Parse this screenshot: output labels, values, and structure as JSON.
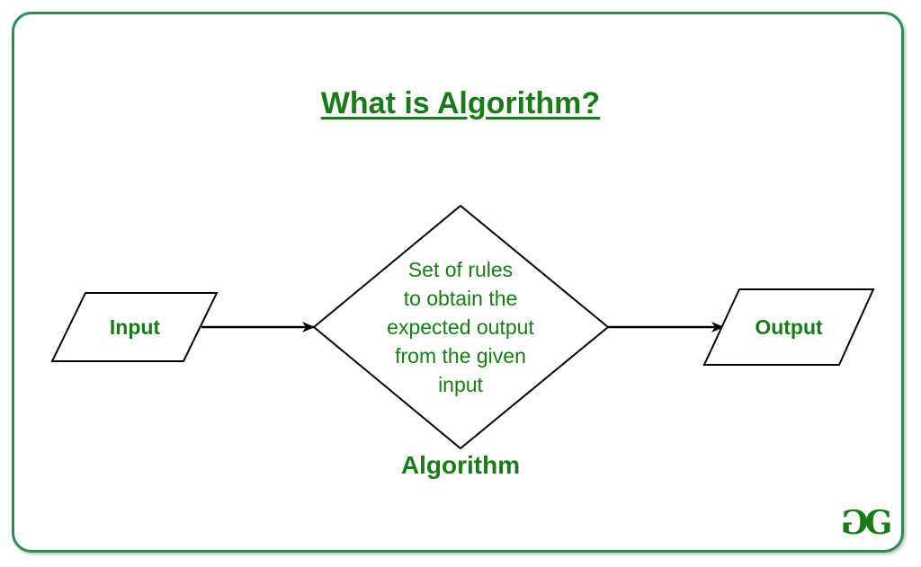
{
  "title": "What is Algorithm?",
  "nodes": {
    "input": {
      "label": "Input"
    },
    "algorithm": {
      "description_lines": [
        "Set of rules",
        "to obtain the",
        "expected output",
        "from the given",
        "input"
      ],
      "label": "Algorithm"
    },
    "output": {
      "label": "Output"
    }
  },
  "edges": [
    {
      "from": "input",
      "to": "algorithm"
    },
    {
      "from": "algorithm",
      "to": "output"
    }
  ],
  "logo": {
    "text": "GG"
  },
  "colors": {
    "accent": "#1a7a1a",
    "border": "#2e8b57",
    "stroke": "#000000"
  }
}
